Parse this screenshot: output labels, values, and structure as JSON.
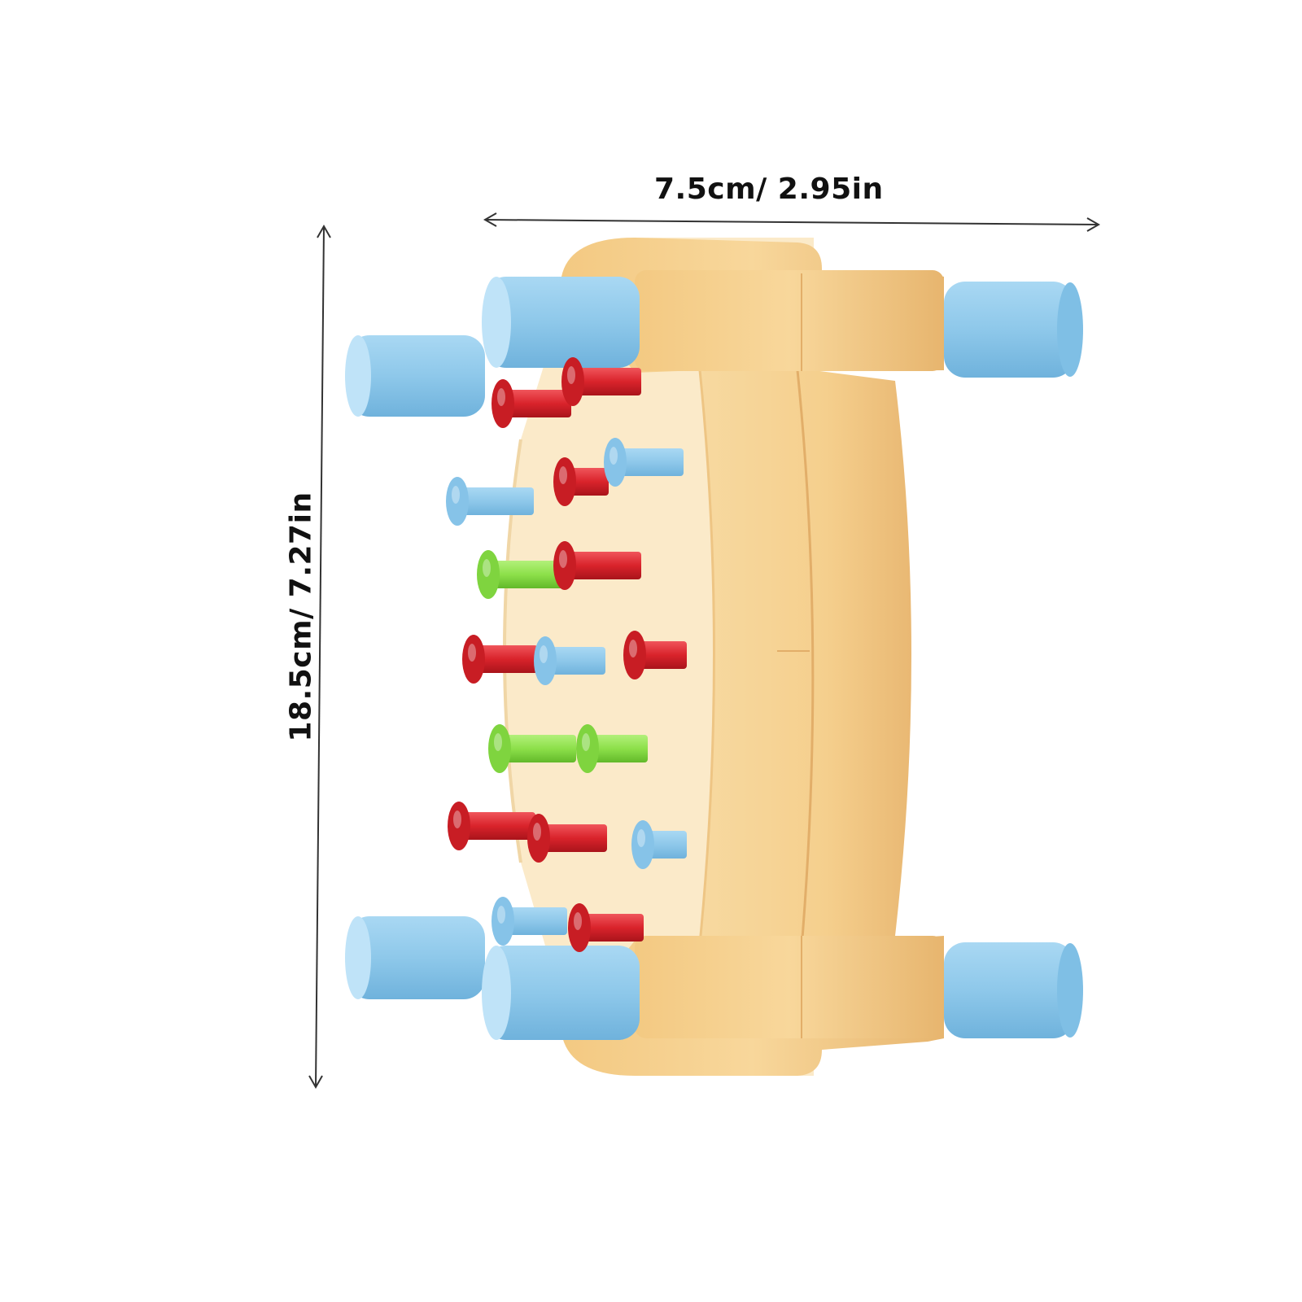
{
  "dimensions": {
    "width_label": "7.5cm/ 2.95in",
    "height_label": "18.5cm/ 7.27in"
  },
  "colors": {
    "background": "#ffffff",
    "base": "#f5cf8d",
    "base_shade": "#eab872",
    "blue": "#8ec8ea",
    "red": "#d9232b",
    "green": "#8de04a",
    "line": "#333333"
  },
  "product": {
    "kind": "pegboard toy",
    "pegs": [
      {
        "color": "red"
      },
      {
        "color": "red"
      },
      {
        "color": "blue"
      },
      {
        "color": "red"
      },
      {
        "color": "blue"
      },
      {
        "color": "green"
      },
      {
        "color": "red"
      },
      {
        "color": "red"
      },
      {
        "color": "blue"
      },
      {
        "color": "red"
      },
      {
        "color": "green"
      },
      {
        "color": "green"
      },
      {
        "color": "red"
      },
      {
        "color": "red"
      },
      {
        "color": "blue"
      },
      {
        "color": "blue"
      },
      {
        "color": "red"
      }
    ]
  }
}
